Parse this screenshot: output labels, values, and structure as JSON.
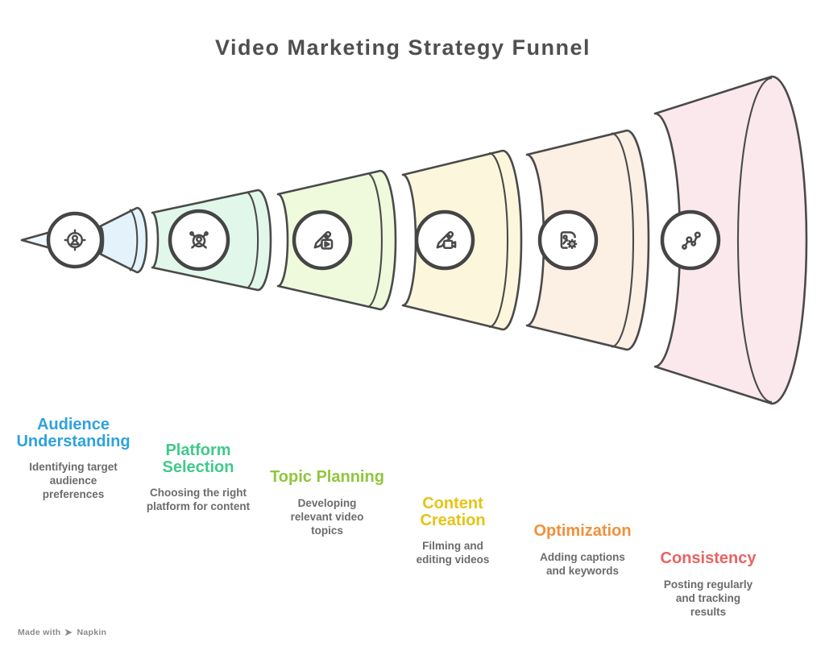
{
  "title": "Video Marketing Strategy Funnel",
  "watermark": {
    "prefix": "Made with",
    "brand": "Napkin"
  },
  "palette": {
    "background": "#FFFFFF",
    "outline": "#4A4A4A",
    "title_color": "#4F4F4F",
    "description_color": "#6B6B6B",
    "watermark_color": "#8A8A8A",
    "tip_fill": "#F0F8FD"
  },
  "stages": [
    {
      "label": "Audience Understanding",
      "description": "Identifying target audience preferences",
      "heading_color": "#2EA2DB",
      "fill": "#E4F2FB",
      "icon": "user-target-icon"
    },
    {
      "label": "Platform Selection",
      "description": "Choosing the right platform for content",
      "heading_color": "#41C98A",
      "fill": "#E1F7EA",
      "icon": "user-network-icon"
    },
    {
      "label": "Topic Planning",
      "description": "Developing relevant video topics",
      "heading_color": "#8FC63D",
      "fill": "#EFF9DC",
      "icon": "pencil-video-icon"
    },
    {
      "label": "Content Creation",
      "description": "Filming and editing videos",
      "heading_color": "#E5C414",
      "fill": "#FCF7DC",
      "icon": "pencil-camera-icon"
    },
    {
      "label": "Optimization",
      "description": "Adding captions and keywords",
      "heading_color": "#F0913B",
      "fill": "#FCEFE4",
      "icon": "image-gear-icon"
    },
    {
      "label": "Consistency",
      "description": "Posting regularly and tracking results",
      "heading_color": "#E96262",
      "fill": "#FBE8ED",
      "icon": "node-chart-icon"
    }
  ]
}
